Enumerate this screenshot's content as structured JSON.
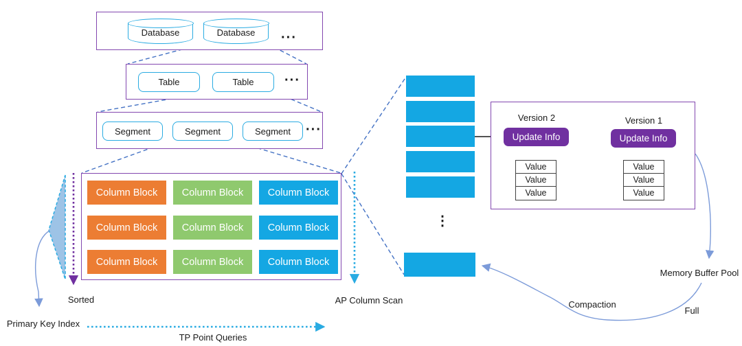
{
  "colors": {
    "purple_border": "#8246AF",
    "cyan_outline": "#29ABE2",
    "block_orange": "#EC7D33",
    "block_green": "#8FC96E",
    "block_blue": "#14A7E3",
    "update_info_purple": "#7030A0",
    "dashed_connector_blue": "#4472C4",
    "curve_arrow_blue": "#7C9BD9",
    "dotted_purple": "#7030A0",
    "dotted_cyan": "#29ABE2",
    "index_triangle_fill": "#9DC3E6"
  },
  "hierarchy": {
    "databases": {
      "items": [
        "Database",
        "Database"
      ],
      "more": "···"
    },
    "tables": {
      "items": [
        "Table",
        "Table"
      ],
      "more": "···"
    },
    "segments": {
      "items": [
        "Segment",
        "Segment",
        "Segment"
      ],
      "more": "···"
    }
  },
  "column_grid": {
    "blocks": [
      "Column Block",
      "Column Block",
      "Column Block",
      "Column Block",
      "Column Block",
      "Column Block",
      "Column Block",
      "Column Block",
      "Column Block"
    ]
  },
  "stack": {
    "more": "⋮"
  },
  "mvcc": {
    "versions": [
      {
        "name": "Version 2",
        "box": "Update Info",
        "values": [
          "Value",
          "Value",
          "Value"
        ]
      },
      {
        "name": "Version 1",
        "box": "Update Info",
        "values": [
          "Value",
          "Value",
          "Value"
        ]
      }
    ]
  },
  "labels": {
    "sorted": "Sorted",
    "primary_key_index": "Primary Key Index",
    "tp_point_queries": "TP Point Queries",
    "ap_column_scan": "AP Column Scan",
    "compaction": "Compaction",
    "full": "Full",
    "memory_buffer_pool": "Memory Buffer Pool"
  }
}
